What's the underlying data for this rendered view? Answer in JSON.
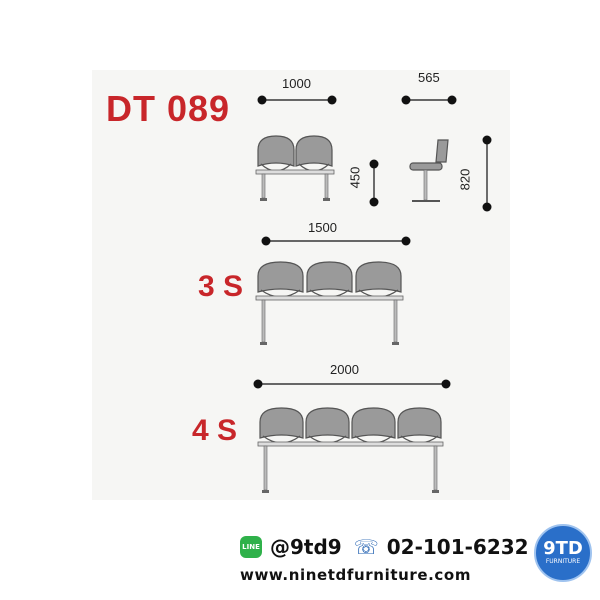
{
  "model_code": "DT 089",
  "variants": {
    "three_seat": "3 S",
    "four_seat": "4 S"
  },
  "dimensions": {
    "width_2s": "1000",
    "depth": "565",
    "seat_height": "450",
    "total_height": "820",
    "width_3s": "1500",
    "width_4s": "2000"
  },
  "contact": {
    "line_icon_text": "LINE",
    "line_id": "@9td9",
    "phone": "02-101-6232",
    "website": "www.ninetdfurniture.com"
  },
  "logo": {
    "mark": "9TD",
    "subtitle": "FURNITURE"
  },
  "colors": {
    "title_red": "#c8262a",
    "line_green": "#2fb14a",
    "logo_blue": "#2a6fc9",
    "seat_gray": "#9a9a9a"
  }
}
